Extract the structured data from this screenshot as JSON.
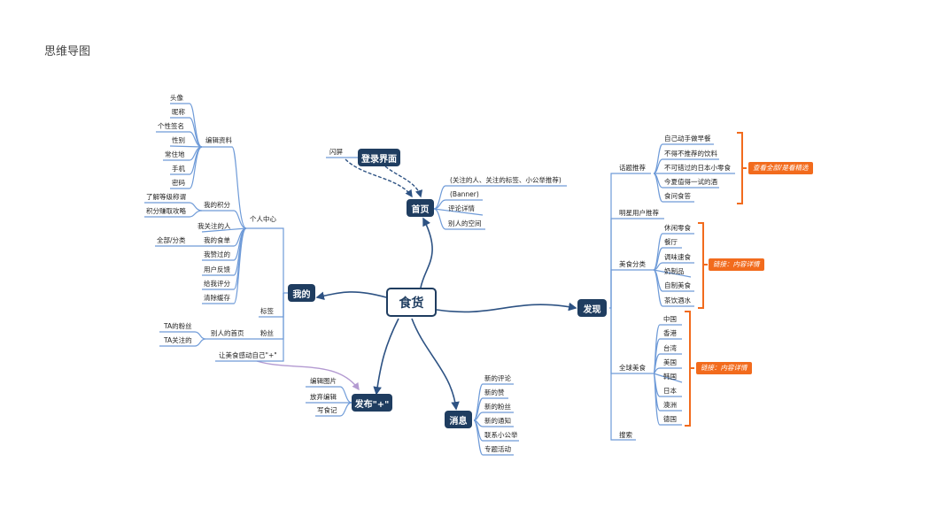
{
  "page_title": "思维导图",
  "root": {
    "label": "食货"
  },
  "main_nodes": {
    "login": "登录界面",
    "home": "首页",
    "mine": "我的",
    "publish": "发布\"+\"",
    "messages": "消息",
    "discover": "发现"
  },
  "login": {
    "splash": "闪屏"
  },
  "home": {
    "items": [
      "(关注的人、关注的标签、小公举推荐)",
      "(Banner)",
      "评论详情",
      "别人的空间"
    ]
  },
  "mine": {
    "personal_center": "个人中心",
    "edit_profile": "编辑资料",
    "edit_profile_items": [
      "头像",
      "昵称",
      "个性签名",
      "性别",
      "常住地",
      "手机",
      "密码"
    ],
    "my_points": "我的积分",
    "my_points_items": [
      "了解等级称谓",
      "积分赚取攻略"
    ],
    "followed_people": "我关注的人",
    "my_menu": "我的食单",
    "my_menu_items": [
      "全部/分类"
    ],
    "other_items": [
      "我赞过的",
      "用户反馈",
      "给我评分",
      "清除缓存"
    ],
    "tags": "标签",
    "fans": "粉丝",
    "others_home": "别人的首页",
    "others_home_items": [
      "TA的粉丝",
      "TA关注的"
    ],
    "let_food": "让美食感动自己\"+\""
  },
  "publish": {
    "items": [
      "编辑图片",
      "放弃编辑",
      "写食记"
    ]
  },
  "messages": {
    "items": [
      "新的评论",
      "新的赞",
      "新的粉丝",
      "新的通知",
      "联系小公举",
      "专题活动"
    ]
  },
  "discover": {
    "topics": "话题推荐",
    "topics_items": [
      "自己动手做早餐",
      "不得不推荐的饮料",
      "不可错过的日本小零食",
      "今夏值得一试的酒",
      "食问食答"
    ],
    "topics_tag": "查看全部/是看精选",
    "star_users": "明星用户推荐",
    "food_category": "美食分类",
    "food_category_items": [
      "休闲零食",
      "餐厅",
      "调味速食",
      "奶制品",
      "自制美食",
      "茶饮酒水"
    ],
    "food_category_tag": "链接：内容详情",
    "global_food": "全球美食",
    "global_food_items": [
      "中国",
      "香港",
      "台湾",
      "美国",
      "韩国",
      "日本",
      "澳洲",
      "德国"
    ],
    "global_food_tag": "链接：内容详情",
    "search": "搜索"
  },
  "colors": {
    "node_fill": "#1f3d60",
    "branch_line": "#6f9bd8",
    "bracket": "#f26b1d",
    "relation_line": "#b39ad1"
  }
}
